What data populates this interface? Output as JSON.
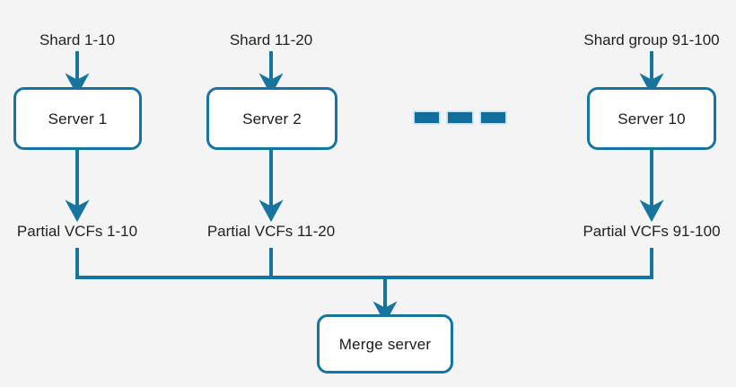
{
  "diagram": {
    "title": "Sharded variant calling pipeline with merge server",
    "background_color": "#f4f4f4",
    "accent_color": "#17749e",
    "node_fill_color": "#ffffff",
    "text_color": "#231f20",
    "dash_color": "#0f6e9b",
    "dash_glow_color": "#b8dff3"
  },
  "chart_data": {
    "type": "diagram",
    "title": "",
    "nodes": [
      {
        "id": "shard-1-10",
        "label": "Shard 1-10",
        "kind": "caption"
      },
      {
        "id": "shard-11-20",
        "label": "Shard 11-20",
        "kind": "caption"
      },
      {
        "id": "shard-group-91-100",
        "label": "Shard group 91-100",
        "kind": "caption"
      },
      {
        "id": "server-1",
        "label": "Server 1",
        "kind": "box"
      },
      {
        "id": "server-2",
        "label": "Server 2",
        "kind": "box"
      },
      {
        "id": "server-10",
        "label": "Server 10",
        "kind": "box"
      },
      {
        "id": "partial-vcfs-1-10",
        "label": "Partial VCFs 1-10",
        "kind": "caption"
      },
      {
        "id": "partial-vcfs-11-20",
        "label": "Partial VCFs 11-20",
        "kind": "caption"
      },
      {
        "id": "partial-vcfs-91-100",
        "label": "Partial VCFs 91-100",
        "kind": "caption"
      },
      {
        "id": "merge-server",
        "label": "Merge server",
        "kind": "box"
      }
    ],
    "edges": [
      {
        "from": "shard-1-10",
        "to": "server-1",
        "style": "arrow"
      },
      {
        "from": "shard-11-20",
        "to": "server-2",
        "style": "arrow"
      },
      {
        "from": "shard-group-91-100",
        "to": "server-10",
        "style": "arrow"
      },
      {
        "from": "server-1",
        "to": "partial-vcfs-1-10",
        "style": "arrow"
      },
      {
        "from": "server-2",
        "to": "partial-vcfs-11-20",
        "style": "arrow"
      },
      {
        "from": "server-10",
        "to": "partial-vcfs-91-100",
        "style": "arrow"
      },
      {
        "from": "partial-vcfs-1-10",
        "to": "merge-server",
        "style": "bus"
      },
      {
        "from": "partial-vcfs-11-20",
        "to": "merge-server",
        "style": "bus"
      },
      {
        "from": "partial-vcfs-91-100",
        "to": "merge-server",
        "style": "bus"
      }
    ],
    "omission_marker": {
      "label": "- - -",
      "meaning": "servers 3 through 9 omitted",
      "dash_count": 3
    }
  },
  "columns": [
    {
      "shard_label": "Shard 1-10",
      "server_label": "Server 1",
      "vcf_label": "Partial VCFs 1-10"
    },
    {
      "shard_label": "Shard 11-20",
      "server_label": "Server 2",
      "vcf_label": "Partial VCFs 11-20"
    },
    {
      "shard_label": "Shard group 91-100",
      "server_label": "Server 10",
      "vcf_label": "Partial VCFs 91-100"
    }
  ],
  "merge": {
    "label": "Merge server"
  }
}
